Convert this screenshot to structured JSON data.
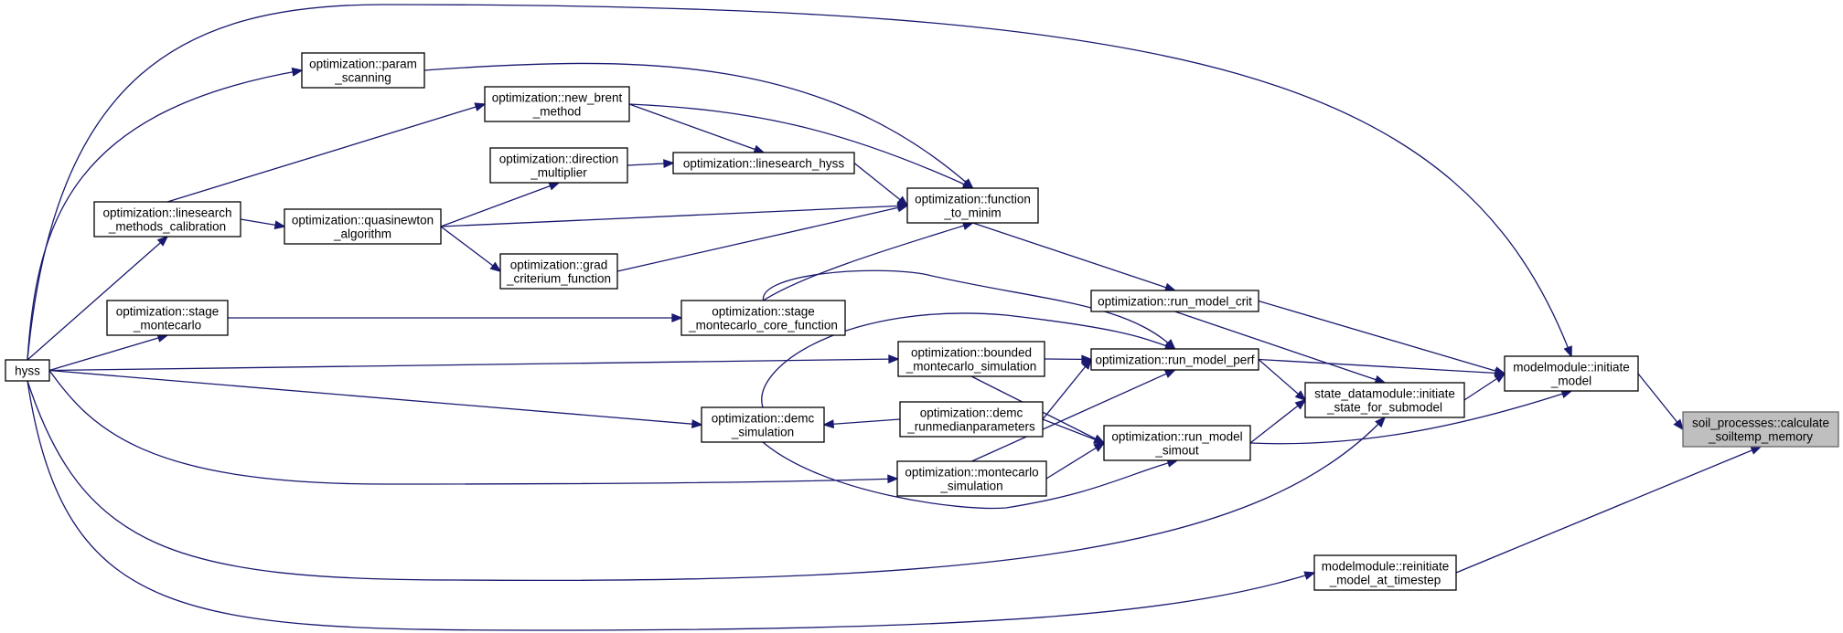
{
  "nodes": {
    "root": [
      "soil_processes::calculate",
      "_soiltemp_memory"
    ],
    "initiate_model": [
      "modelmodule::initiate",
      "_model"
    ],
    "reinitiate": [
      "modelmodule::reinitiate",
      "_model_at_timestep"
    ],
    "initiate_state": [
      "state_datamodule::initiate",
      "_state_for_submodel"
    ],
    "run_model_crit": [
      "optimization::run_model_crit"
    ],
    "run_model_perf": [
      "optimization::run_model_perf"
    ],
    "run_model_simout": [
      "optimization::run_model",
      "_simout"
    ],
    "function_to_minim": [
      "optimization::function",
      "_to_minim"
    ],
    "new_brent": [
      "optimization::new_brent",
      "_method"
    ],
    "linesearch_hyss": [
      "optimization::linesearch_hyss"
    ],
    "direction_multiplier": [
      "optimization::direction",
      "_multiplier"
    ],
    "grad_criterium": [
      "optimization::grad",
      "_criterium_function"
    ],
    "quasinewton": [
      "optimization::quasinewton",
      "_algorithm"
    ],
    "linesearch_methods": [
      "optimization::linesearch",
      "_methods_calibration"
    ],
    "param_scanning": [
      "optimization::param",
      "_scanning"
    ],
    "stage_core": [
      "optimization::stage",
      "_montecarlo_core_function"
    ],
    "stage_montecarlo": [
      "optimization::stage",
      "_montecarlo"
    ],
    "bounded_mc": [
      "optimization::bounded",
      "_montecarlo_simulation"
    ],
    "demc_runmedian": [
      "optimization::demc",
      "_runmedianparameters"
    ],
    "montecarlo_sim": [
      "optimization::montecarlo",
      "_simulation"
    ],
    "demc_simulation": [
      "optimization::demc",
      "_simulation"
    ],
    "hyss": [
      "hyss"
    ]
  }
}
